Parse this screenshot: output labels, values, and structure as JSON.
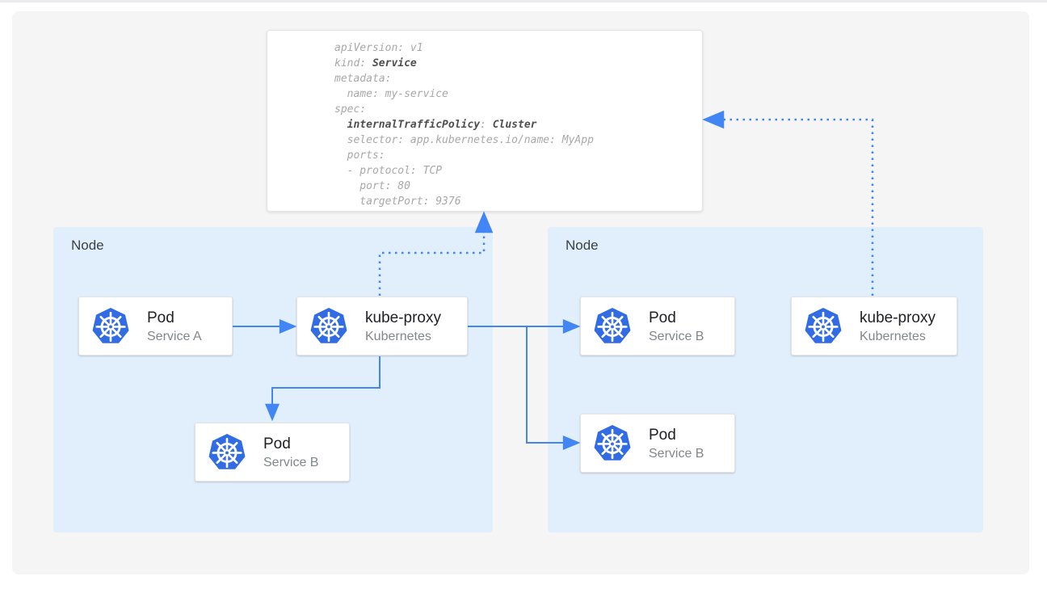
{
  "colors": {
    "arrow_blue": "#4285f4",
    "kubernetes_blue": "#326ce5",
    "node_background": "#e1effc",
    "canvas_background": "#f5f5f6"
  },
  "yaml_panel": {
    "lines": [
      {
        "segments": [
          {
            "text": "apiVersion: v1",
            "bold": false
          }
        ]
      },
      {
        "segments": [
          {
            "text": "kind: ",
            "bold": false
          },
          {
            "text": "Service",
            "bold": true
          }
        ]
      },
      {
        "segments": [
          {
            "text": "metadata:",
            "bold": false
          }
        ]
      },
      {
        "segments": [
          {
            "text": "  name: my-service",
            "bold": false
          }
        ]
      },
      {
        "segments": [
          {
            "text": "spec:",
            "bold": false
          }
        ]
      },
      {
        "segments": [
          {
            "text": "  ",
            "bold": false
          },
          {
            "text": "internalTrafficPolicy",
            "bold": true
          },
          {
            "text": ": ",
            "bold": false
          },
          {
            "text": "Cluster",
            "bold": true
          }
        ]
      },
      {
        "segments": [
          {
            "text": "  selector: app.kubernetes.io/name: MyApp",
            "bold": false
          }
        ]
      },
      {
        "segments": [
          {
            "text": "  ports:",
            "bold": false
          }
        ]
      },
      {
        "segments": [
          {
            "text": "  - protocol: TCP",
            "bold": false
          }
        ]
      },
      {
        "segments": [
          {
            "text": "    port: 80",
            "bold": false
          }
        ]
      },
      {
        "segments": [
          {
            "text": "    targetPort: 9376",
            "bold": false
          }
        ]
      }
    ]
  },
  "nodes": {
    "left": {
      "label": "Node"
    },
    "right": {
      "label": "Node"
    }
  },
  "cards": {
    "pod_service_a": {
      "title": "Pod",
      "subtitle": "Service A"
    },
    "kube_proxy_left": {
      "title": "kube-proxy",
      "subtitle": "Kubernetes"
    },
    "pod_service_b_left": {
      "title": "Pod",
      "subtitle": "Service B"
    },
    "pod_service_b_right_top": {
      "title": "Pod",
      "subtitle": "Service B"
    },
    "pod_service_b_right_bottom": {
      "title": "Pod",
      "subtitle": "Service B"
    },
    "kube_proxy_right": {
      "title": "kube-proxy",
      "subtitle": "Kubernetes"
    }
  }
}
